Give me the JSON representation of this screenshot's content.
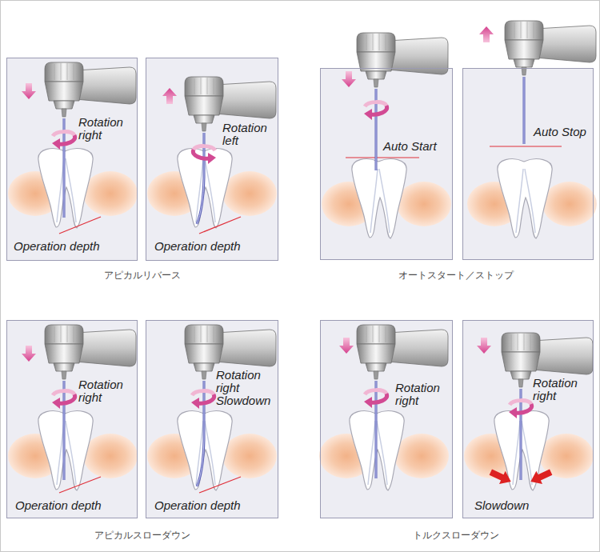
{
  "diagram": {
    "nodes": [
      {
        "text": [
          "Rotation right",
          "Operation depth"
        ]
      },
      {
        "text": [
          "Rotation left",
          "Operation depth"
        ]
      },
      {
        "text": [
          "Auto Start"
        ]
      },
      {
        "text": [
          "Auto Stop"
        ]
      },
      {
        "text": [
          "Rotation right",
          "Operation depth"
        ]
      },
      {
        "text": [
          "Rotation right Slowdown",
          "Operation depth"
        ]
      },
      {
        "text": [
          "Rotation right"
        ]
      },
      {
        "text": [
          "Rotation right",
          "Slowdown"
        ]
      }
    ],
    "edges": [],
    "labels": [
      "アピカルリバース",
      "オートスタート／ストップ",
      "アピカルスローダウン",
      "トルクスローダウン"
    ]
  }
}
